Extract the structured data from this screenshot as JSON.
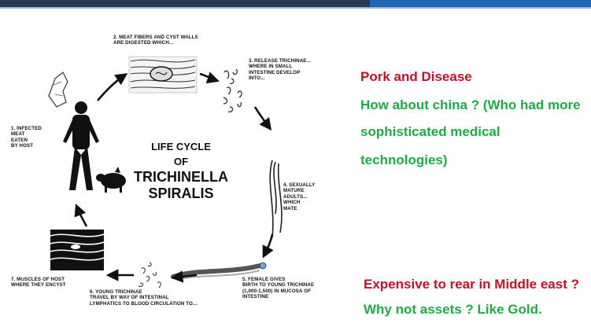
{
  "diagram": {
    "title_line1": "LIFE CYCLE",
    "title_line2": "OF",
    "title_line3": "TRICHINELLA",
    "title_line4": "SPIRALIS",
    "step1": "1.  INFECTED\n     MEAT\n     EATEN\n     BY HOST",
    "step2": "2.  MEAT FIBERS AND CYST WALLS\n     ARE DIGESTED WHICH...",
    "step3": "3.  RELEASE TRICHINAE...\n     WHERE IN SMALL\n     INTESTINE DEVELOP\n     INTO...",
    "step4": "4.  SEXUALLY\n     MATURE\n     ADULTS...\n     WHICH\n     MATE",
    "step5": "5.  FEMALE GIVES\n     BIRTH TO YOUNG TRICHINAE\n     (1,000-1,500) IN MUCOSA OF\n     INTESTINE",
    "step6": "6.  YOUNG TRICHINAE\n     TRAVEL BY WAY OF INTESTINAL\n     LYMPHATICS TO BLOOD CIRCULATION TO...",
    "step7": "7.  MUSCLES OF HOST\n     WHERE THEY ENCYST"
  },
  "notes": {
    "heading": "Pork and Disease",
    "line1": "How about china ? (Who had  more",
    "line2": "sophisticated medical",
    "line3": "technologies)",
    "bottom1": "Expensive  to rear in Middle east ?",
    "bottom2": "Why not assets ? Like Gold."
  },
  "colors": {
    "red": "#c0102a",
    "green": "#1faa45",
    "topbar_dark": "#2b3a52",
    "topbar_blue": "#1f66b5"
  }
}
